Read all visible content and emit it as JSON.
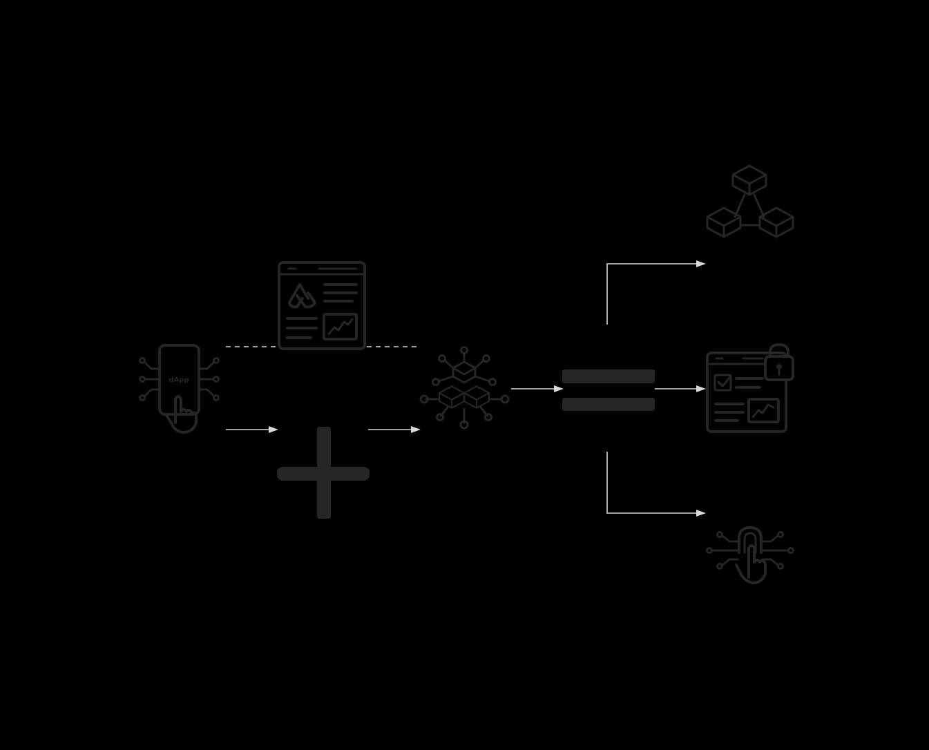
{
  "diagram": {
    "nodes": [
      {
        "id": "dapp-phone",
        "icon": "dapp-phone-icon",
        "label": "dApp"
      },
      {
        "id": "web-dashboard",
        "icon": "web-dashboard-icon"
      },
      {
        "id": "blockchain-network",
        "icon": "blockchain-network-icon"
      },
      {
        "id": "blocks-network",
        "icon": "blocks-network-icon"
      },
      {
        "id": "secure-dashboard",
        "icon": "secure-dashboard-icon"
      },
      {
        "id": "fingerprint-touch",
        "icon": "fingerprint-touch-icon"
      }
    ],
    "operators": [
      "plus",
      "equals"
    ],
    "colors": {
      "background": "#000000",
      "icon": "#262626",
      "connector": "#d9d9d9"
    }
  }
}
